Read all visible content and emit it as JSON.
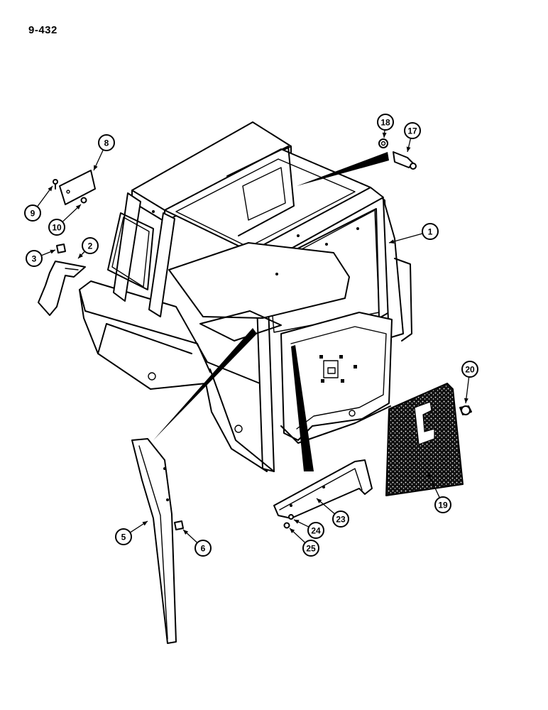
{
  "page_code": "9-432",
  "callouts": [
    {
      "id": "c1",
      "label": "1"
    },
    {
      "id": "c2",
      "label": "2"
    },
    {
      "id": "c3",
      "label": "3"
    },
    {
      "id": "c5",
      "label": "5"
    },
    {
      "id": "c6",
      "label": "6"
    },
    {
      "id": "c8",
      "label": "8"
    },
    {
      "id": "c9",
      "label": "9"
    },
    {
      "id": "c10",
      "label": "10"
    },
    {
      "id": "c17",
      "label": "17"
    },
    {
      "id": "c18",
      "label": "18"
    },
    {
      "id": "c19",
      "label": "19"
    },
    {
      "id": "c20",
      "label": "20"
    },
    {
      "id": "c23",
      "label": "23"
    },
    {
      "id": "c24",
      "label": "24"
    },
    {
      "id": "c25",
      "label": "25"
    }
  ]
}
